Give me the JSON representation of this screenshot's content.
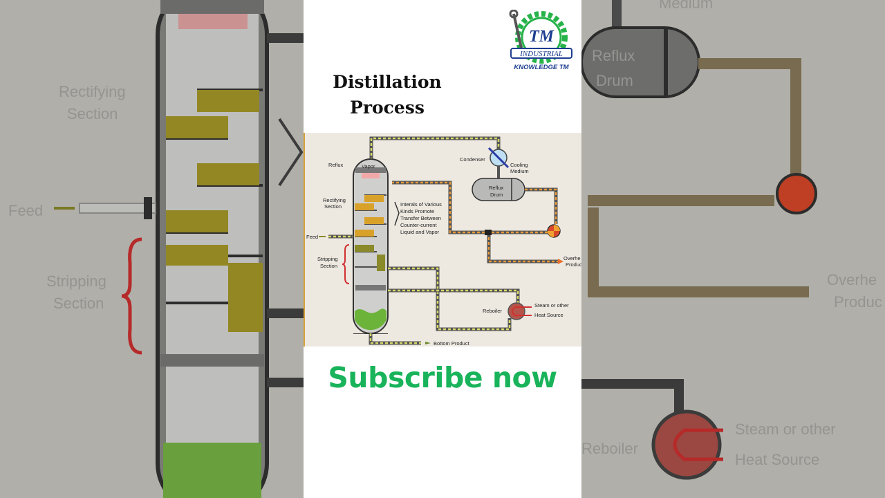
{
  "video": {
    "title_line1": "Distillation",
    "title_line2": "Process",
    "subscribe": "Subscribe now"
  },
  "logo": {
    "initials": "TM",
    "name": "INDUSTRIAL",
    "tagline": "KNOWLEDGE TM",
    "colors": {
      "gear": "#27b34a",
      "text": "#1c3d8f"
    }
  },
  "diagram": {
    "labels": {
      "reflux": "Reflux",
      "vapor": "Vapor",
      "rectifying_1": "Rectifying",
      "rectifying_2": "Section",
      "feed": "Feed",
      "stripping_1": "Stripping",
      "stripping_2": "Section",
      "internals_1": "Interals of Various",
      "internals_2": "Kinds Promote",
      "internals_3": "Transfer Between",
      "internals_4": "Counter-current",
      "internals_5": "Liquid and Vapor",
      "condenser": "Condenser",
      "cooling_1": "Cooling",
      "cooling_2": "Medium",
      "drum_1": "Reflux",
      "drum_2": "Drum",
      "overhead_1": "Overhe",
      "overhead_2": "Produc",
      "reboiler": "Reboiler",
      "steam_1": "Steam or other",
      "steam_2": "Heat Source",
      "bottom": "Bottom Product"
    }
  },
  "background": {
    "rectifying_1": "Rectifying",
    "rectifying_2": "Section",
    "feed": "Feed",
    "stripping_1": "Stripping",
    "stripping_2": "Section",
    "medium": "Medium",
    "drum_1": "Reflux",
    "drum_2": "Drum",
    "overhead_1": "Overhe",
    "overhead_2": "Produc",
    "reboiler": "Reboiler",
    "steam_1": "Steam or other",
    "steam_2": "Heat Source"
  }
}
